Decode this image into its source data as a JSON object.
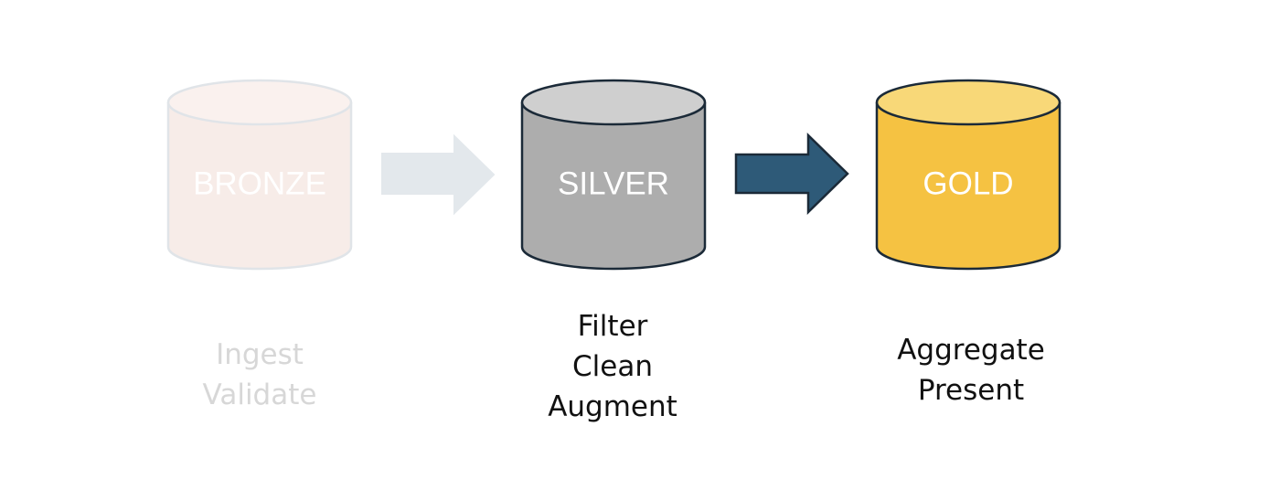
{
  "layers": [
    {
      "id": "bronze",
      "label": "BRONZE",
      "steps": [
        "Ingest",
        "Validate"
      ],
      "colors": {
        "body": "#f7ece8",
        "top": "#faf1ee",
        "stroke": "#e0e4e8",
        "label": "#ffffff"
      },
      "faded": true
    },
    {
      "id": "silver",
      "label": "SILVER",
      "steps": [
        "Filter",
        "Clean",
        "Augment"
      ],
      "colors": {
        "body": "#adadad",
        "top": "#cfcfcf",
        "stroke": "#1b2a38",
        "label": "#ffffff"
      },
      "faded": false
    },
    {
      "id": "gold",
      "label": "GOLD",
      "steps": [
        "Aggregate",
        "Present"
      ],
      "colors": {
        "body": "#f5c242",
        "top": "#f8d878",
        "stroke": "#1b2a38",
        "label": "#ffffff"
      },
      "faded": false
    }
  ],
  "arrows": [
    {
      "from": "bronze",
      "to": "silver",
      "color": "#e3e8ec",
      "faded": true
    },
    {
      "from": "silver",
      "to": "gold",
      "color": "#2e5a78",
      "stroke": "#1b2a38",
      "faded": false
    }
  ]
}
